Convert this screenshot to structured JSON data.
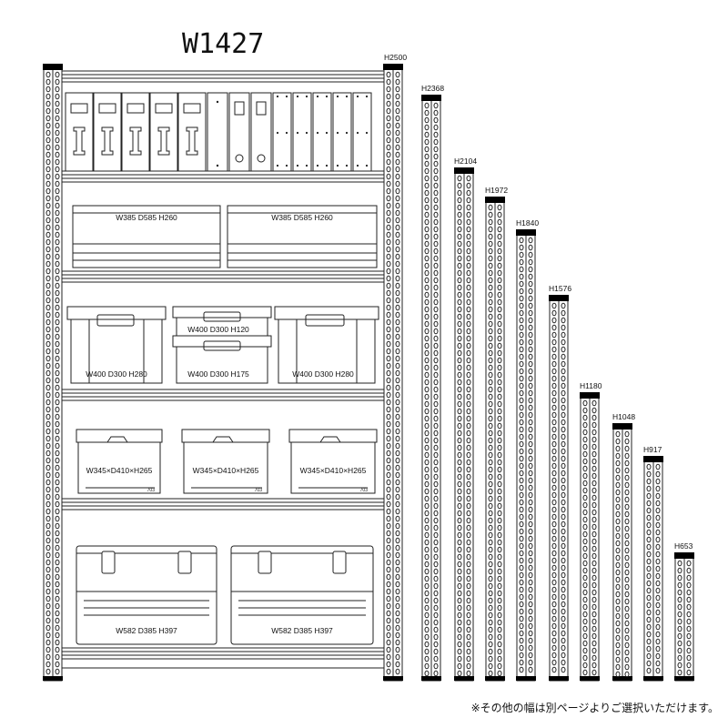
{
  "title": "W1427",
  "main_height": "H2500",
  "shelf_boxes": {
    "row2": [
      "W385 D585 H260",
      "W385 D585 H260"
    ],
    "row3": {
      "left": "W400 D300 H280",
      "middle_top": "W400 D300 H120",
      "middle_bottom": "W400 D300 H175",
      "right": "W400 D300 H280"
    },
    "row4": [
      "W345×D410×H265",
      "W345×D410×H265",
      "W345×D410×H265"
    ],
    "row4_code": "703",
    "row5": [
      "W582 D385 H397",
      "W582 D385 H397"
    ]
  },
  "posts": [
    "H2368",
    "H2104",
    "H1972",
    "H1840",
    "H1576",
    "H1180",
    "H1048",
    "H917",
    "H653"
  ],
  "note": "※その他の幅は別ページよりご選択いただけます。",
  "colors": {
    "line": "#222222",
    "post_cap": "#000000",
    "background": "#ffffff"
  }
}
